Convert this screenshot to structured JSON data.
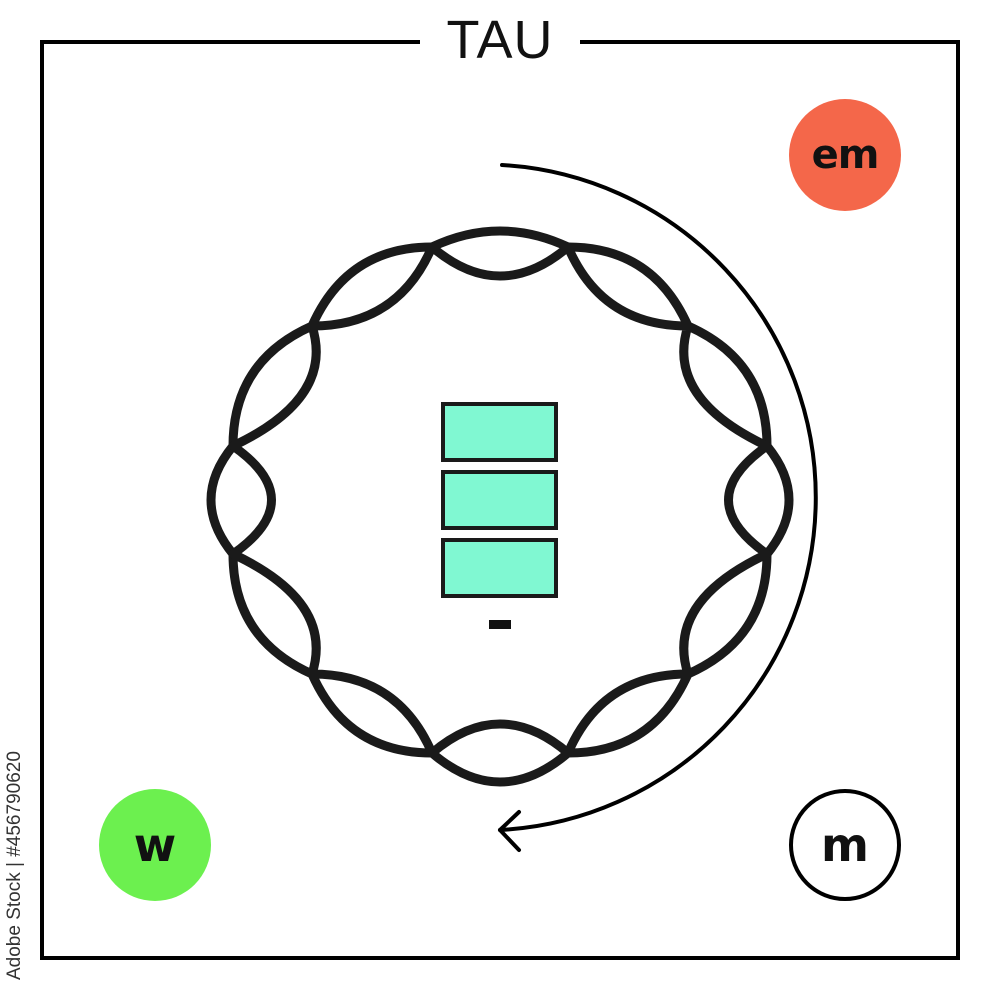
{
  "title": "TAU",
  "badges": {
    "em": {
      "label": "em",
      "color": "#f4674a"
    },
    "w": {
      "label": "w",
      "color": "#6cf04f"
    },
    "m": {
      "label": "m",
      "color": "#ffffff"
    }
  },
  "protein_blocks_color": "#80f8d2",
  "watermark": "Adobe Stock | #456790620"
}
